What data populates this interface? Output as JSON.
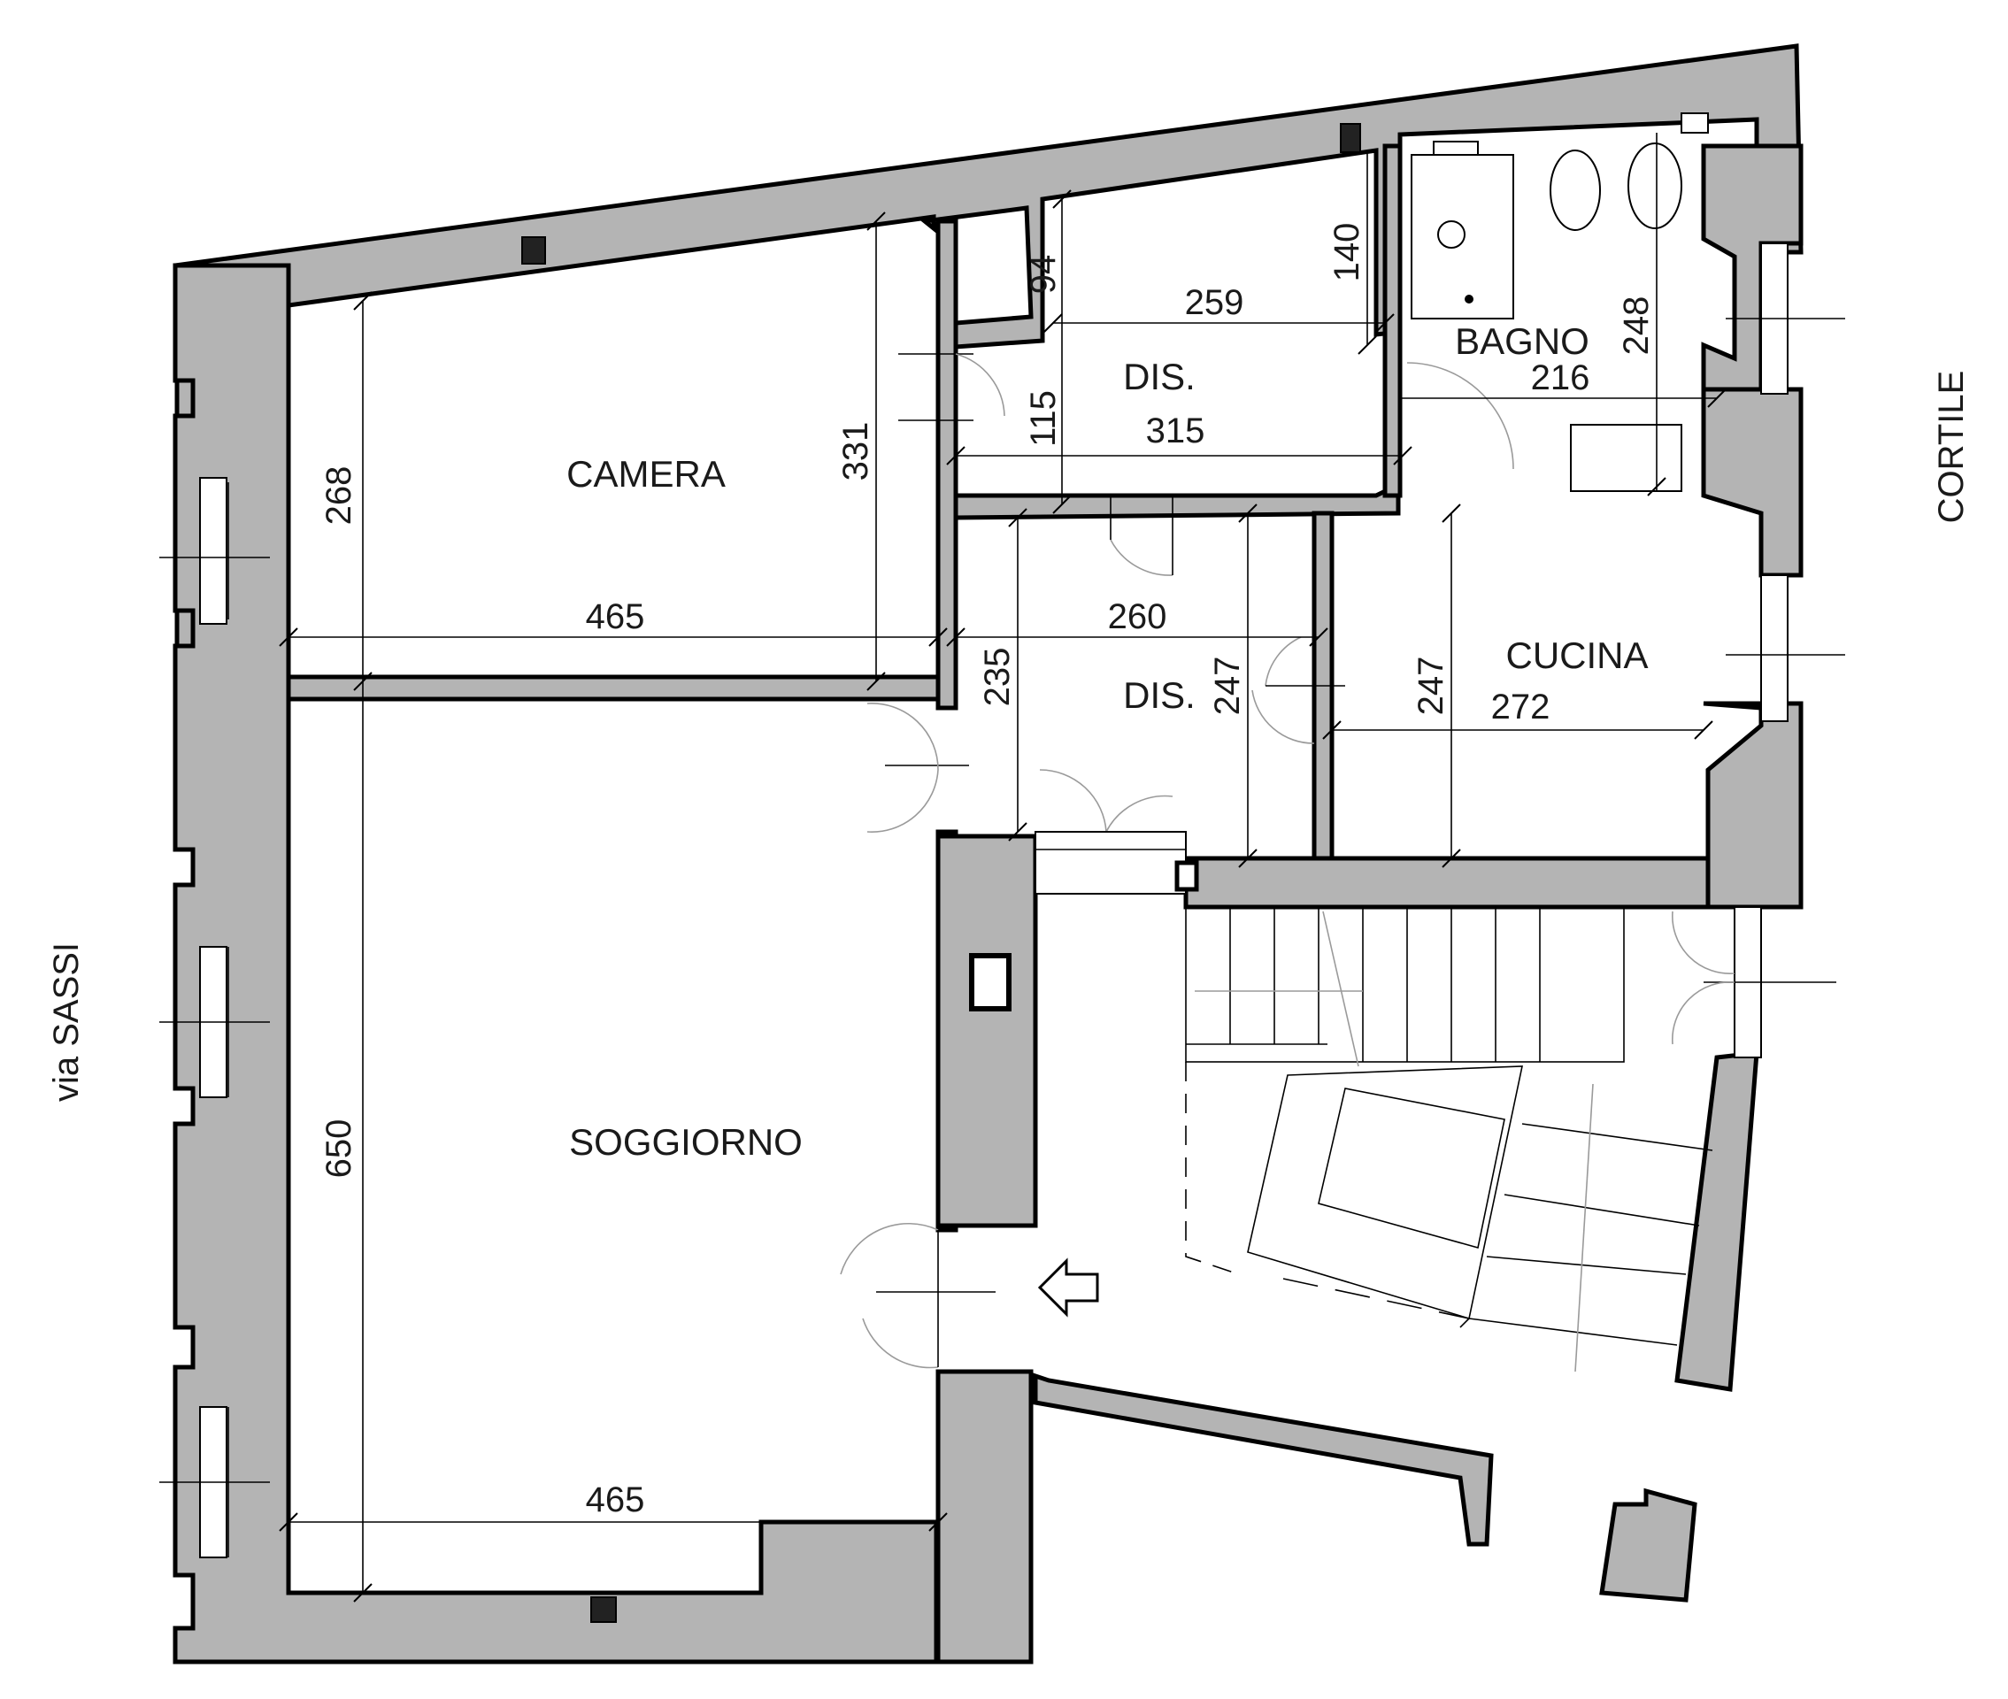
{
  "plan": {
    "rooms": {
      "camera": "CAMERA",
      "dis_upper": "DIS.",
      "bagno": "BAGNO",
      "dis_lower": "DIS.",
      "cucina": "CUCINA",
      "soggiorno": "SOGGIORNO"
    },
    "streets": {
      "west": "via SASSI",
      "east": "CORTILE"
    },
    "dimensions": {
      "camera_h_inner": "268",
      "camera_h_outer": "331",
      "camera_w": "465",
      "dis_upper_d1": "94",
      "dis_upper_d2": "140",
      "dis_upper_w1": "259",
      "dis_upper_h": "115",
      "dis_upper_w2": "315",
      "bagno_w": "216",
      "bagno_h": "248",
      "dis_lower_w": "260",
      "dis_lower_h1": "235",
      "dis_lower_h2": "247",
      "cucina_h": "247",
      "cucina_w": "272",
      "soggiorno_h": "650",
      "soggiorno_w": "465"
    }
  }
}
